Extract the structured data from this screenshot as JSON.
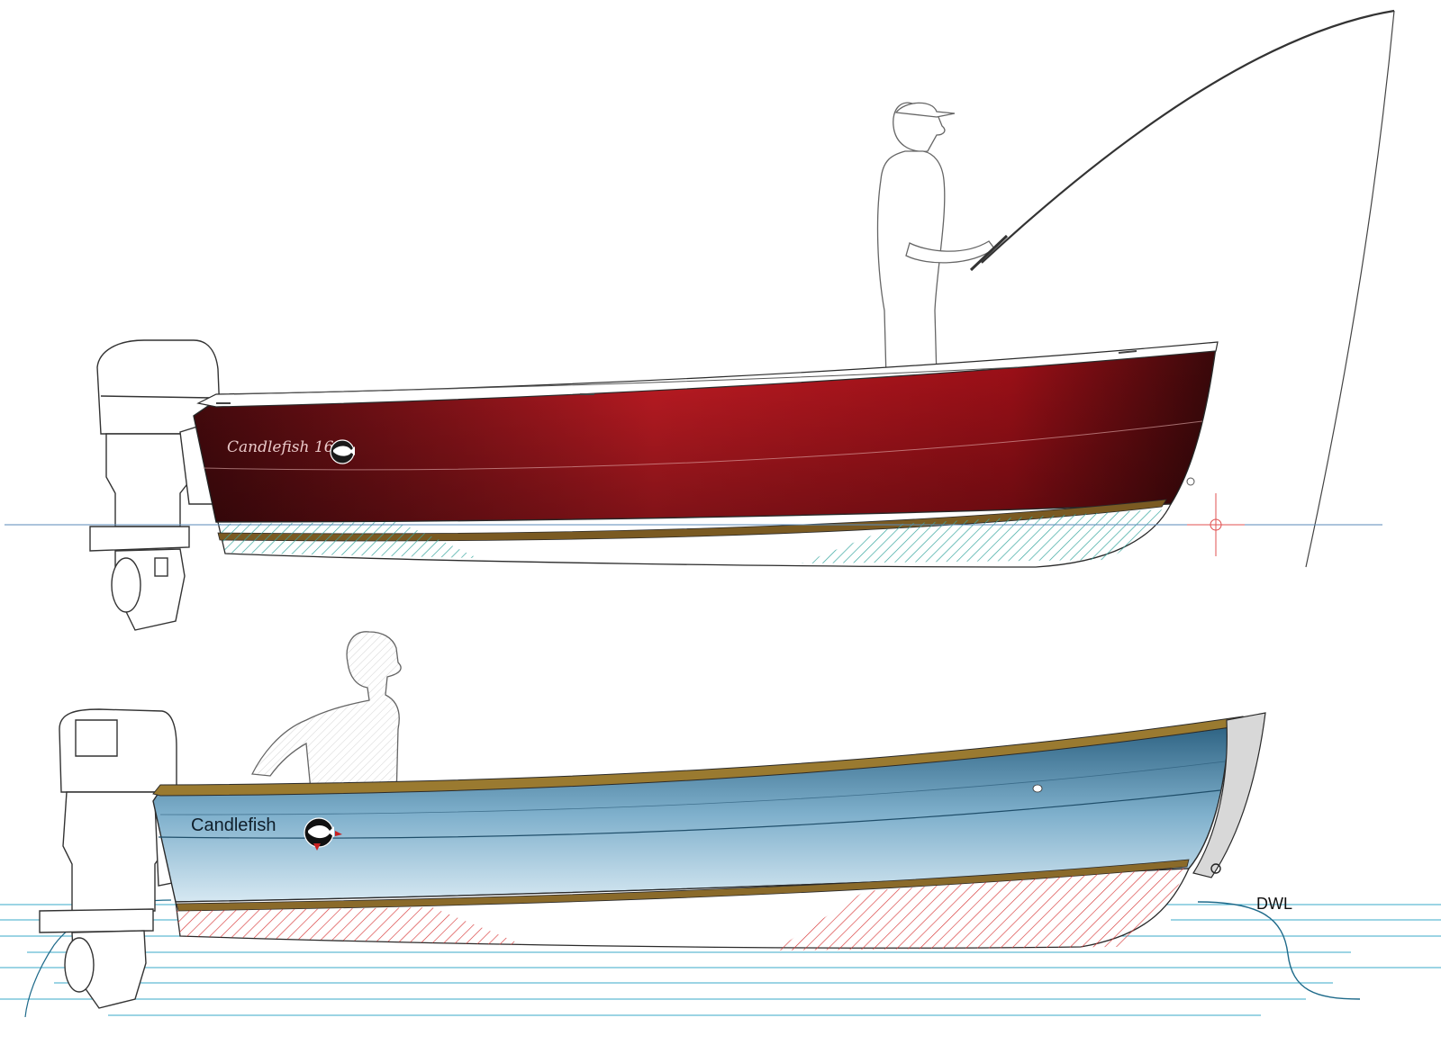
{
  "upper_boat": {
    "name": "Candlefish 16",
    "hull_color": "#b0141c",
    "hull_dark": "#4a0a0e"
  },
  "lower_boat": {
    "name": "Candlefish",
    "hull_color": "#6a9ab8",
    "hull_dark": "#2a5a78"
  },
  "waterline_label": "DWL",
  "colors": {
    "line": "#2a2a2a",
    "teal_hatch": "#3aa8a0",
    "red_hatch": "#d83a3a",
    "water": "#3aa8c8",
    "rubrail": "#8a6a2a"
  },
  "icons": [
    "outboard-motor-icon",
    "angler-figure-icon",
    "seated-figure-icon",
    "fish-logo-icon"
  ]
}
